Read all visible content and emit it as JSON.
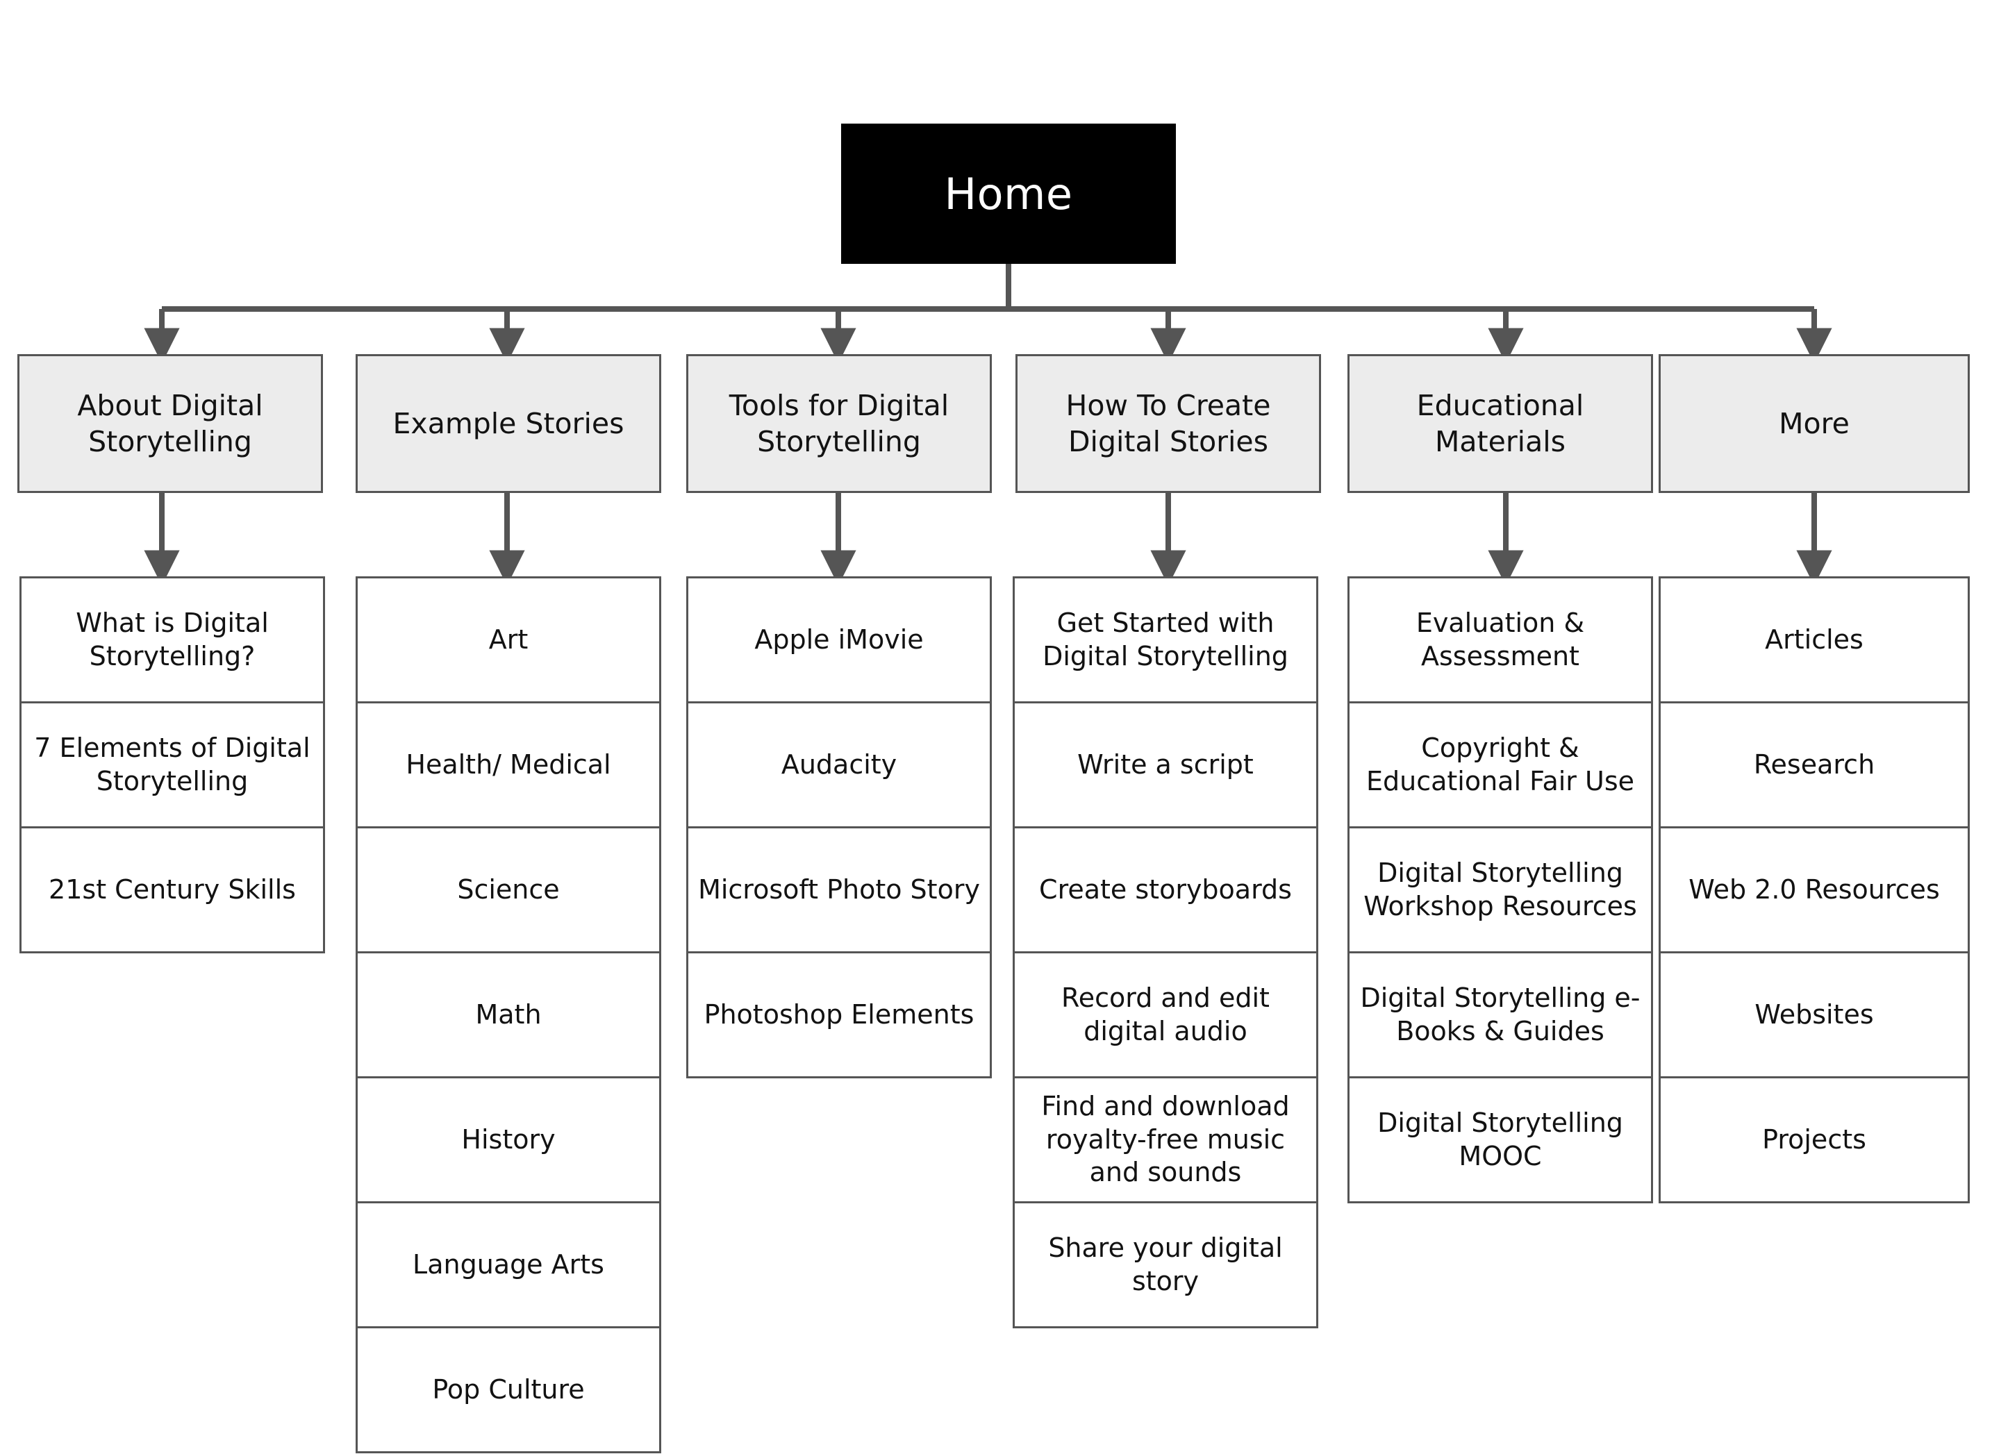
{
  "theme": {
    "page_background": "#ffffff",
    "root_fill": "#000000",
    "root_text": "#ffffff",
    "section_fill": "#ececec",
    "page_fill": "#ffffff",
    "border_color": "#555555",
    "connector_color": "#555555",
    "text_color": "#121212"
  },
  "root": {
    "label": "Home"
  },
  "sections": [
    {
      "label": "About Digital Storytelling",
      "pages": [
        "What is Digital Storytelling?",
        "7 Elements of Digital Storytelling",
        "21st Century Skills"
      ]
    },
    {
      "label": "Example Stories",
      "pages": [
        "Art",
        "Health/ Medical",
        "Science",
        "Math",
        "History",
        "Language Arts",
        "Pop Culture"
      ]
    },
    {
      "label": "Tools for Digital Storytelling",
      "pages": [
        "Apple iMovie",
        "Audacity",
        "Microsoft Photo Story",
        "Photoshop Elements"
      ]
    },
    {
      "label": "How To Create Digital Stories",
      "pages": [
        "Get Started with Digital Storytelling",
        "Write a script",
        "Create storyboards",
        "Record and edit digital audio",
        "Find and download royalty-free music and sounds",
        "Share your digital story"
      ]
    },
    {
      "label": "Educational Materials",
      "pages": [
        "Evaluation & Assessment",
        "Copyright & Educational Fair Use",
        "Digital Storytelling Workshop Resources",
        "Digital Storytelling e-Books & Guides",
        "Digital Storytelling MOOC"
      ]
    },
    {
      "label": "More",
      "pages": [
        "Articles",
        "Research",
        "Web 2.0 Resources",
        "Websites",
        "Projects"
      ]
    }
  ]
}
